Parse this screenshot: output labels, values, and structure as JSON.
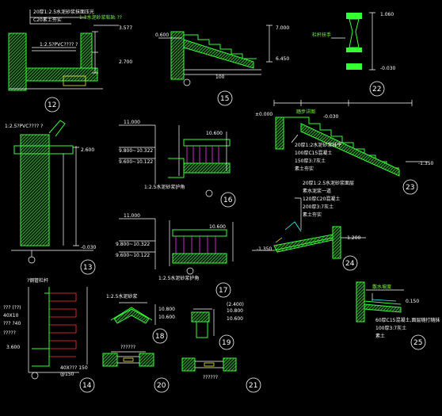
{
  "drawing": {
    "details": [
      {
        "id": "d12",
        "number": "12",
        "labels": [
          "20厚1:2.5水泥砂浆抹面压光",
          "C20素土夯实",
          "1:3水泥砂浆粘贴 ??",
          "1:2.5?PVC???? ?",
          "3.577",
          "2.700"
        ]
      },
      {
        "id": "d15",
        "number": "15",
        "labels": [
          "0.600",
          "7.000",
          "6.450",
          "100"
        ]
      },
      {
        "id": "d22",
        "number": "22",
        "labels": [
          "1.060",
          "栏杆扶手",
          "-0.030"
        ]
      },
      {
        "id": "d13",
        "number": "13",
        "labels": [
          "1:2.5?PVC???? ?",
          "2.600",
          "-0.030"
        ]
      },
      {
        "id": "d16",
        "number": "16",
        "labels": [
          "11.000",
          "10.600",
          "9.800~10.322",
          "9.600~10.122",
          "1:2.5水泥砂浆护角"
        ]
      },
      {
        "id": "d23",
        "number": "23",
        "labels": [
          "±0.000",
          "踏步详图",
          "-0.030",
          "20厚1:2水泥砂浆抹平",
          "100厚C15混凝土",
          "150厚3:7灰土",
          "素土夯实",
          "-1.350"
        ]
      },
      {
        "id": "d17",
        "number": "17",
        "labels": [
          "11.000",
          "10.600",
          "9.800~10.322",
          "9.600~10.122",
          "1:2.5水泥砂浆护角"
        ]
      },
      {
        "id": "d24",
        "number": "24",
        "labels": [
          "20厚1:2.5水泥砂浆面层",
          "素水泥浆一道",
          "120厚C20混凝土",
          "200厚3:7灰土",
          "素土夯实",
          "-1.200",
          "-1.350"
        ]
      },
      {
        "id": "d14",
        "number": "14",
        "labels": [
          "?钢管栏杆",
          "??? (??)",
          "40X10",
          "??? ?40",
          "?????",
          "3.600",
          "40X??? 150",
          "@150"
        ]
      },
      {
        "id": "d18",
        "number": "18",
        "labels": [
          "1:2.5水泥砂浆",
          "10.800",
          "10.600"
        ]
      },
      {
        "id": "d19",
        "number": "19",
        "labels": [
          "(2.400)",
          "10.800",
          "10.600"
        ]
      },
      {
        "id": "d20",
        "number": "20",
        "labels": [
          "??????"
        ]
      },
      {
        "id": "d21",
        "number": "21",
        "labels": [
          "??????"
        ]
      },
      {
        "id": "d25",
        "number": "25",
        "labels": [
          "散水坡度",
          "0.150",
          "60厚C15混凝土,面层随打随抹",
          "100厚3:7灰土",
          "素土"
        ]
      }
    ]
  }
}
